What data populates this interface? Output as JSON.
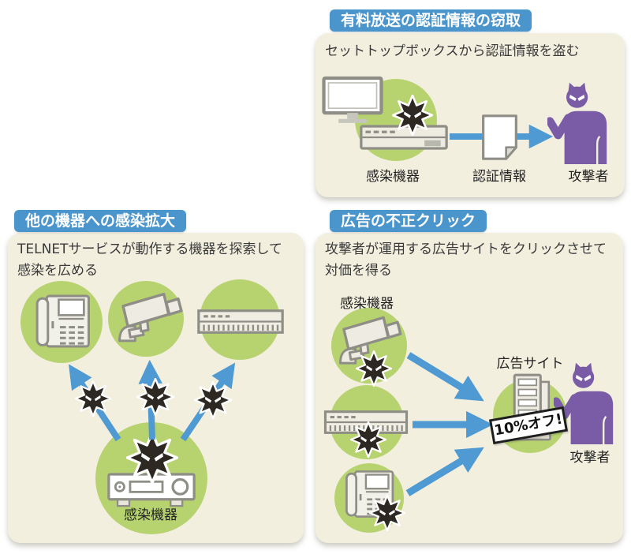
{
  "figure": {
    "type": "security-attack-diagram"
  },
  "colors": {
    "title_bar_blue": "#4b95cd",
    "panel_cream": "#f2efde",
    "circle_green": "#b7d36f",
    "arrow_blue": "#4f9ad2",
    "attacker_purple": "#7a5ca6",
    "malware_black": "#2e2823",
    "icon_gray": "#8f8e86"
  },
  "icons": {
    "malware": "spiky-virus-star",
    "attacker": "horned-figure-silhouette",
    "monitor": "tv-monitor",
    "set_top_box": "set-top-box",
    "document": "paper-document",
    "phone": "office-ip-phone",
    "camera": "cctv-camera",
    "switch": "network-switch",
    "recorder": "av-recorder",
    "server": "web-server-tower"
  },
  "panels": {
    "pay_broadcast": {
      "title": "有料放送の認証情報の窃取",
      "description": "セットトップボックスから認証情報を盗む",
      "label_infected_device": "感染機器",
      "label_credentials": "認証情報",
      "label_attacker": "攻撃者"
    },
    "infection_spread": {
      "title": "他の機器への感染拡大",
      "description_line1": "TELNETサービスが動作する機器を探索して",
      "description_line2": "感染を広める",
      "label_infected_device": "感染機器"
    },
    "ad_fraud": {
      "title": "広告の不正クリック",
      "description_line1": "攻撃者が運用する広告サイトをクリックさせて",
      "description_line2": "対価を得る",
      "label_infected_device": "感染機器",
      "label_ad_site": "広告サイト",
      "label_banner": "10%オフ!",
      "label_attacker": "攻撃者"
    }
  }
}
